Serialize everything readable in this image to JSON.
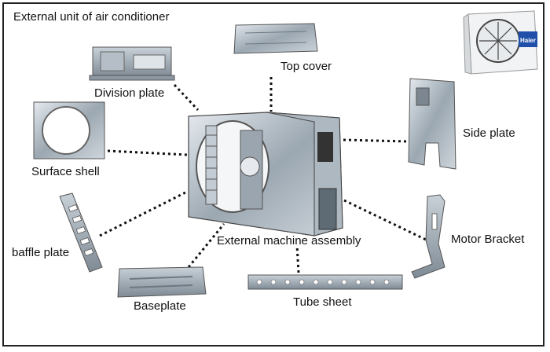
{
  "title": "External unit of air conditioner",
  "center_label": "External machine assembly",
  "logo_text": "Haier",
  "parts": [
    {
      "id": "division-plate",
      "label": "Division plate"
    },
    {
      "id": "top-cover",
      "label": "Top cover"
    },
    {
      "id": "side-plate",
      "label": "Side plate"
    },
    {
      "id": "surface-shell",
      "label": "Surface shell"
    },
    {
      "id": "baffle-plate",
      "label": "baffle plate"
    },
    {
      "id": "motor-bracket",
      "label": "Motor Bracket"
    },
    {
      "id": "baseplate",
      "label": "Baseplate"
    },
    {
      "id": "tube-sheet",
      "label": "Tube sheet"
    }
  ]
}
